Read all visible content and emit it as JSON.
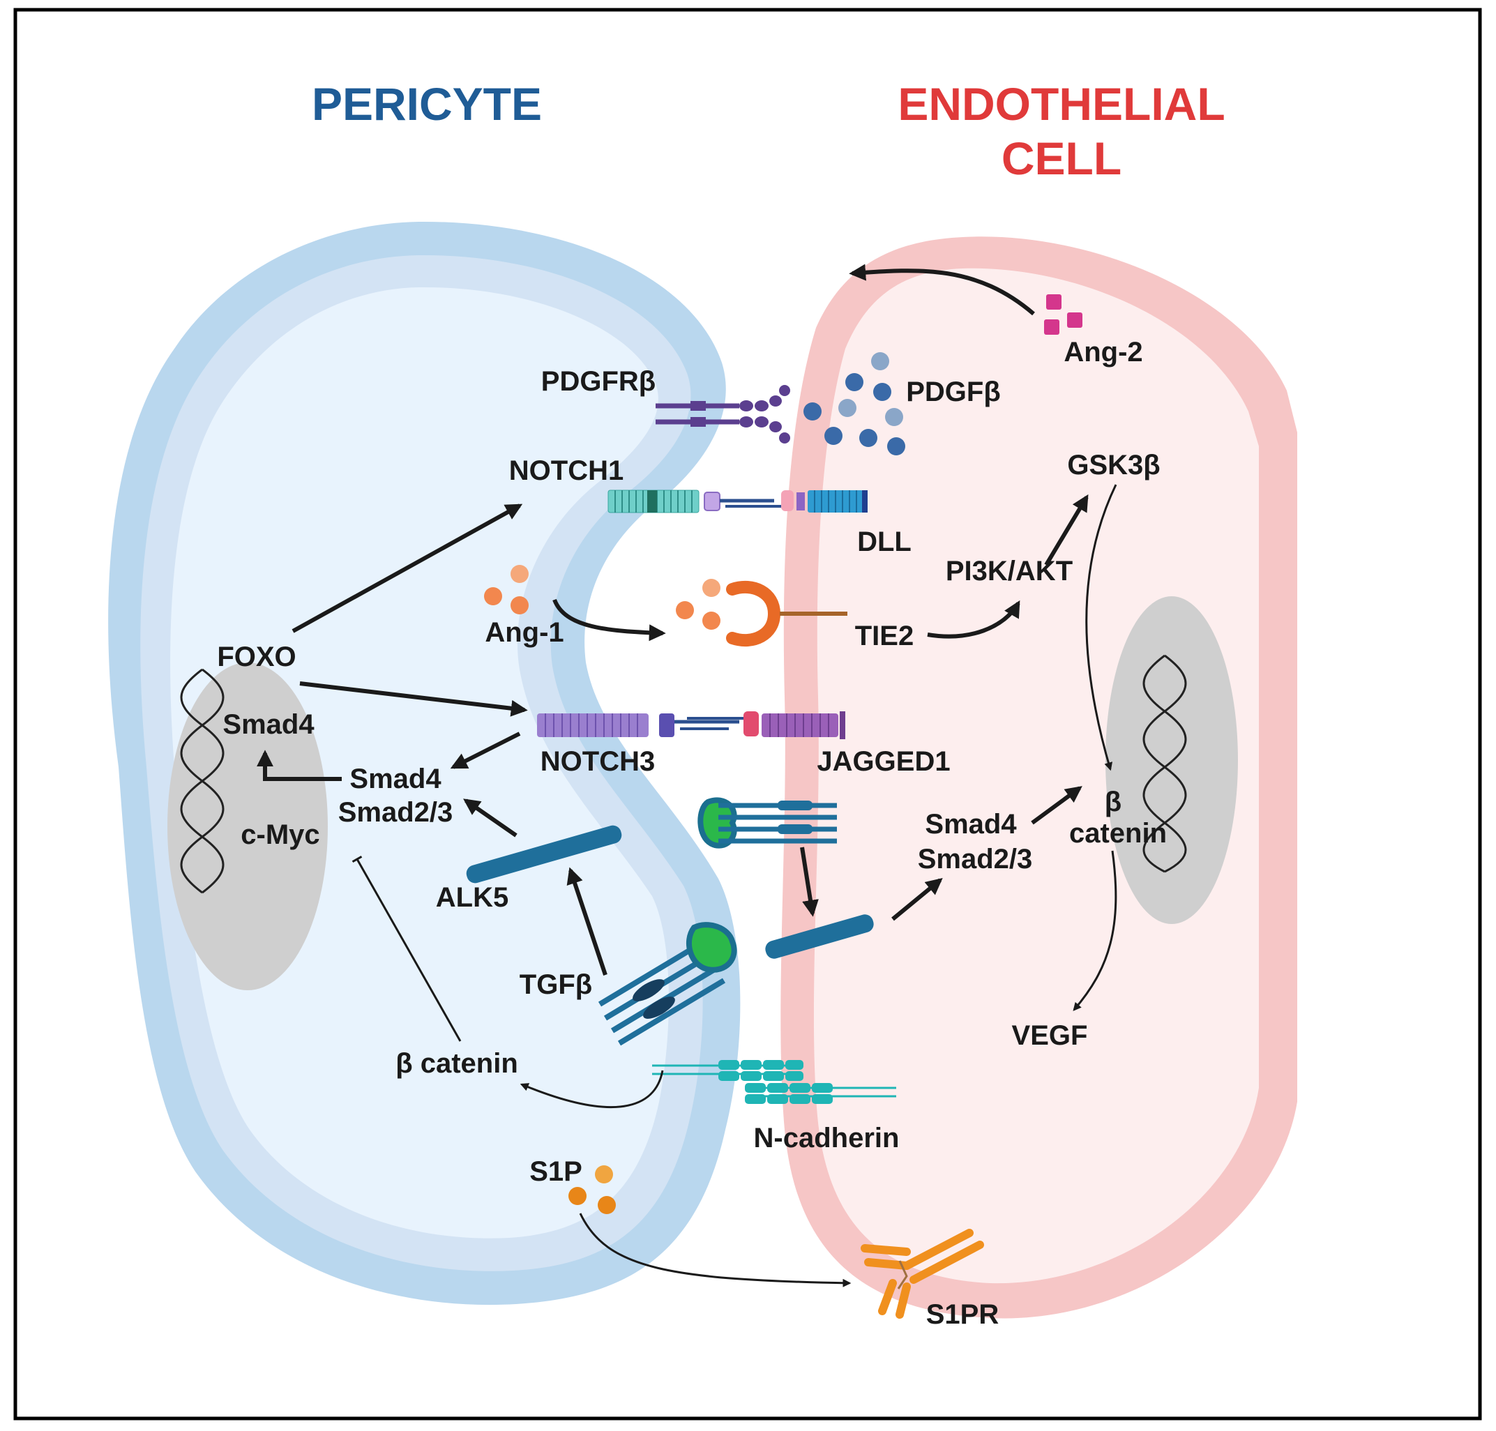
{
  "titles": {
    "pericyte": "PERICYTE",
    "endothelial_line1": "ENDOTHELIAL",
    "endothelial_line2": "CELL"
  },
  "colors": {
    "pericyte_title": "#1f5c96",
    "endothelial_title": "#e03a3a",
    "pericyte_membrane": "#b9d7ee",
    "pericyte_cytoplasm": "#e8f3fd",
    "endothelial_membrane": "#f6c6c6",
    "endothelial_cytoplasm": "#fdeeee",
    "nucleus": "#cfcfcf",
    "pdgf": "#3a6aa8",
    "notch": "#6fcfc9",
    "ang": "#f2874e",
    "tgfb_receptor": "#1f6f9b",
    "cadherin": "#1fb5b5",
    "s1p": "#f0901e",
    "ang2": "#d4368c"
  },
  "labels": {
    "pdgfrb": "PDGFRβ",
    "pdgfb": "PDGFβ",
    "ang2": "Ang-2",
    "notch1": "NOTCH1",
    "gsk3b": "GSK3β",
    "dll": "DLL",
    "pi3k_akt": "PI3K/AKT",
    "ang1": "Ang-1",
    "tie2": "TIE2",
    "foxo": "FOXO",
    "smad4_nucleus": "Smad4",
    "notch3": "NOTCH3",
    "jagged1": "JAGGED1",
    "smad4_peri": "Smad4",
    "smad23_peri": "Smad2/3",
    "cmyc": "c-Myc",
    "alk5": "ALK5",
    "smad4_endo": "Smad4",
    "smad23_endo": "Smad2/3",
    "bcatenin_endo_1": "β",
    "bcatenin_endo_2": "catenin",
    "tgfb": "TGFβ",
    "vegf": "VEGF",
    "bcatenin_peri": "β catenin",
    "ncadherin": "N-cadherin",
    "s1p": "S1P",
    "s1pr": "S1PR"
  }
}
